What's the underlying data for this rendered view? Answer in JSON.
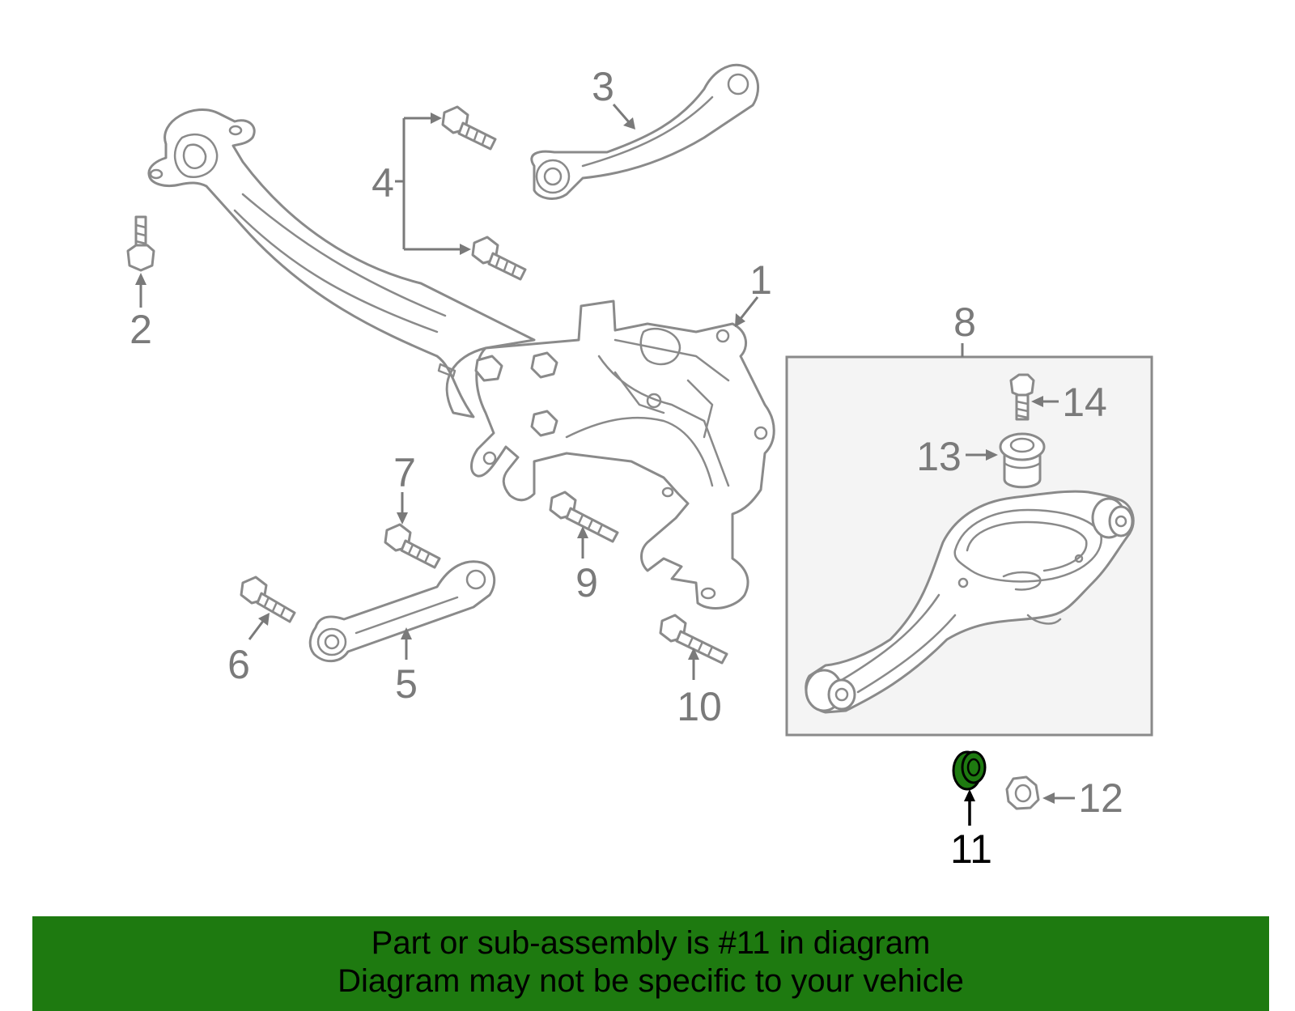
{
  "callouts": {
    "c1": "1",
    "c2": "2",
    "c3": "3",
    "c4": "4",
    "c5": "5",
    "c6": "6",
    "c7": "7",
    "c8": "8",
    "c9": "9",
    "c10": "10",
    "c11": "11",
    "c12": "12",
    "c13": "13",
    "c14": "14"
  },
  "highlighted_part": "11",
  "colors": {
    "banner_bg": "#1e7a10",
    "highlight_fill": "#1e7a10",
    "line_art": "#8a8a8a"
  },
  "banner": {
    "line1": "Part or sub-assembly is #11 in diagram",
    "line2": "Diagram may not be specific to your vehicle"
  }
}
